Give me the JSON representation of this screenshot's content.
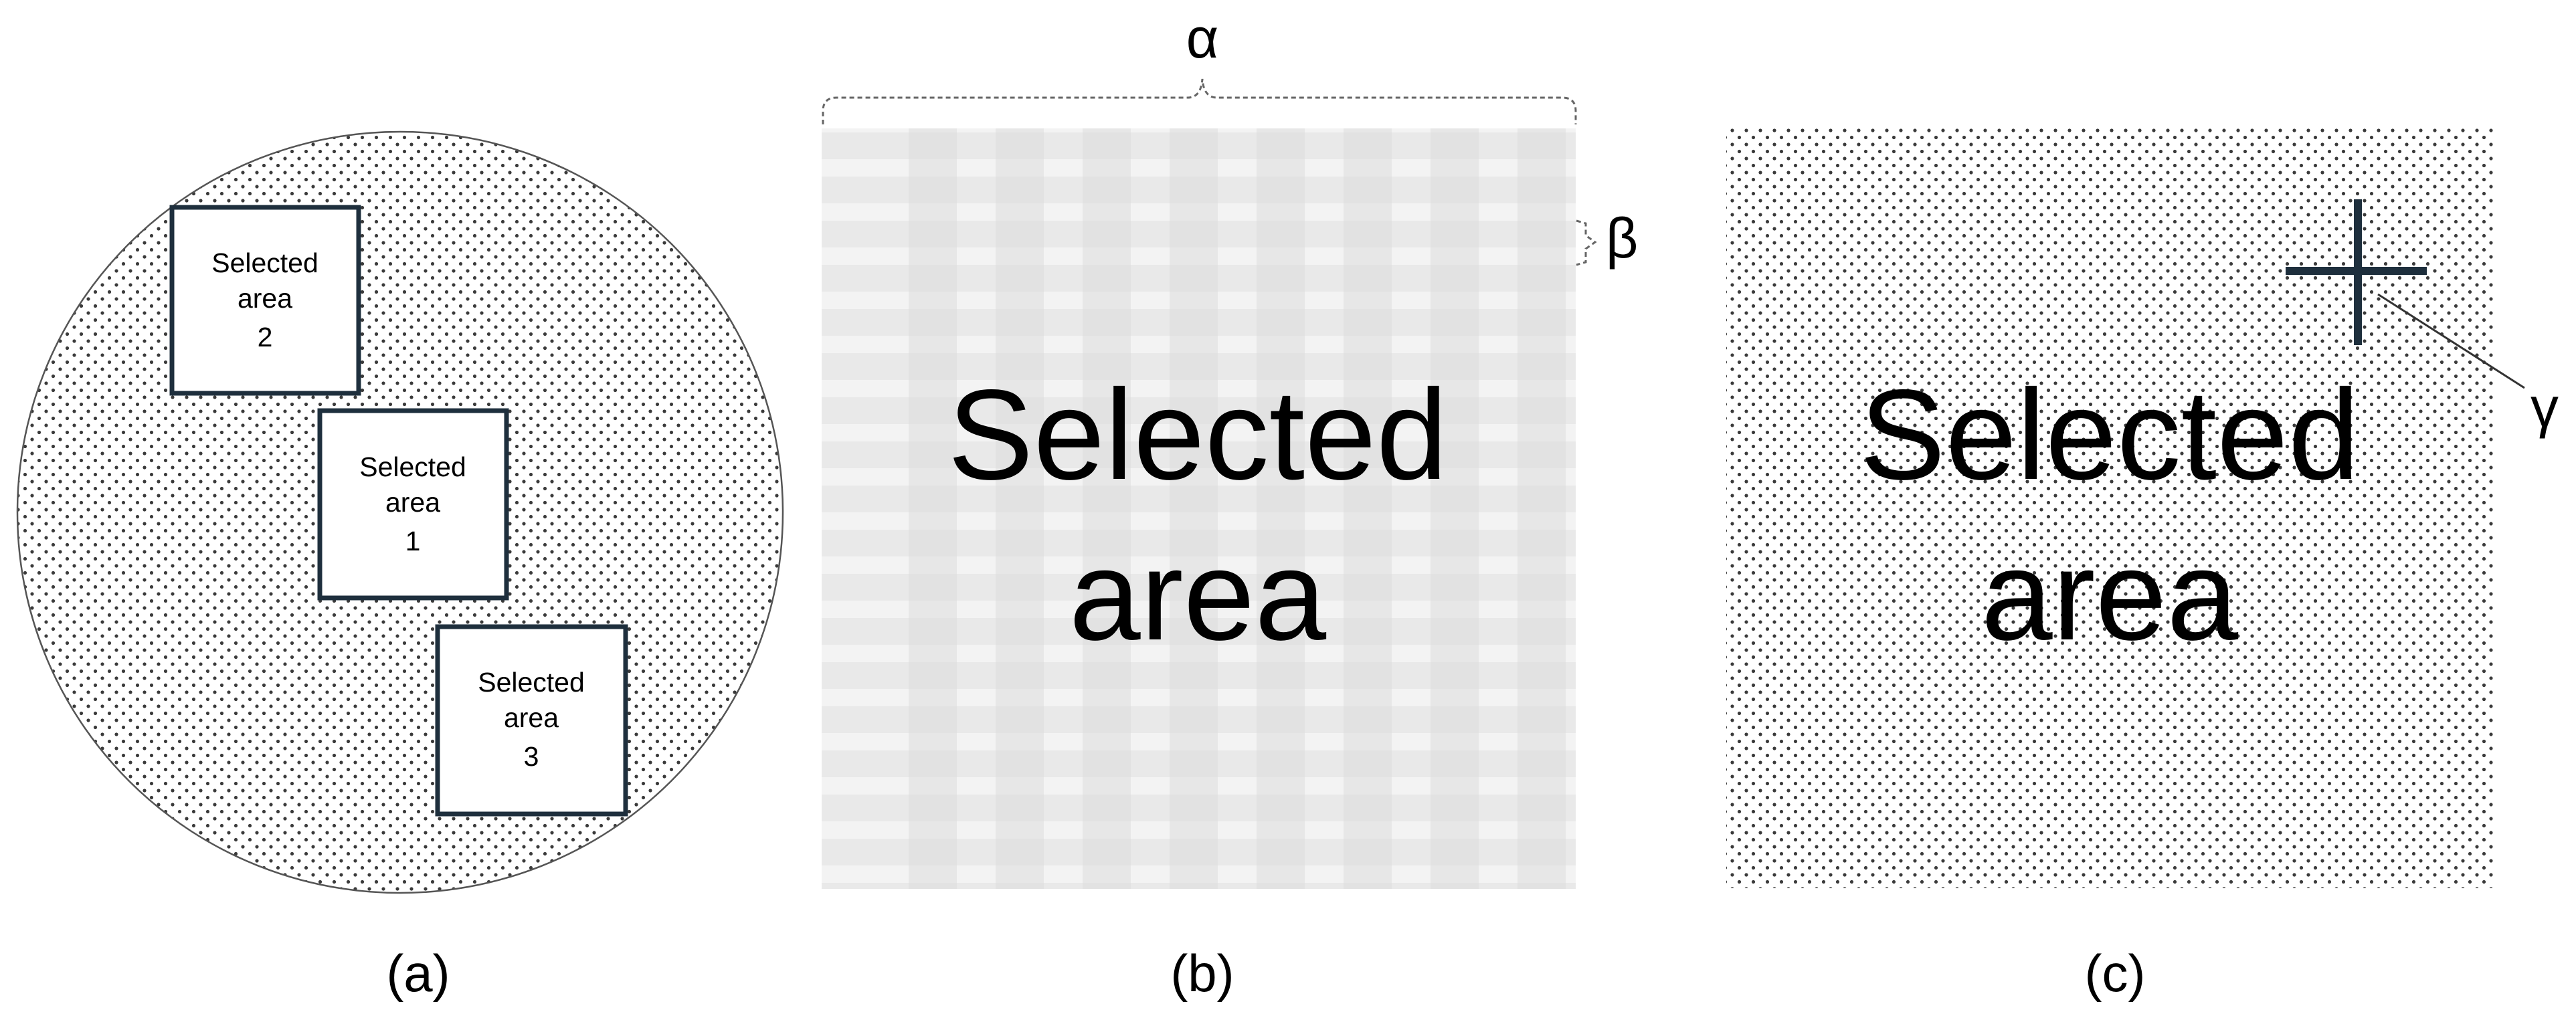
{
  "panels": {
    "a": {
      "caption": "(a)",
      "areas": [
        {
          "line1": "Selected",
          "line2": "area",
          "number": "2"
        },
        {
          "line1": "Selected",
          "line2": "area",
          "number": "1"
        },
        {
          "line1": "Selected",
          "line2": "area",
          "number": "3"
        }
      ]
    },
    "b": {
      "caption": "(b)",
      "area_line1": "Selected",
      "area_line2": "area",
      "width_symbol": "α",
      "band_symbol": "β"
    },
    "c": {
      "caption": "(c)",
      "area_line1": "Selected",
      "area_line2": "area",
      "cross_symbol": "γ"
    }
  },
  "colors": {
    "box_stroke": "#1e2f3d",
    "dots": "#3a3a3a",
    "stripe_light": "#f3f3f3",
    "stripe_mid": "#e9e9e9",
    "stripe_dark": "#dcdcdc"
  }
}
